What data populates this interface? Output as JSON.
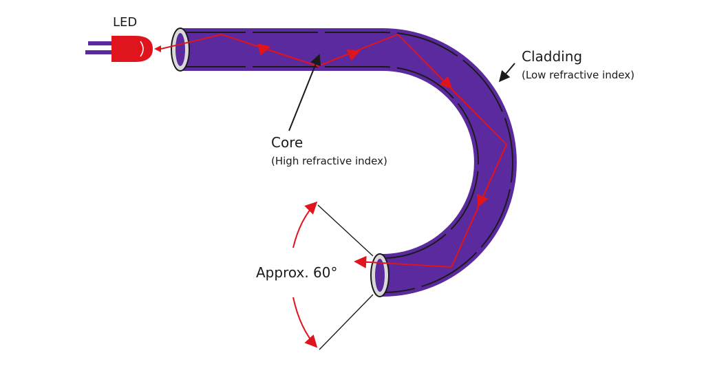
{
  "labels": {
    "led": "LED",
    "cladding": "Cladding",
    "cladding_note": "(Low refractive index)",
    "core": "Core",
    "core_note": "(High refractive index)",
    "angle": "Approx. 60°"
  },
  "colors": {
    "fiber": "#5b2a9e",
    "core_line": "#1a1a1a",
    "light_ray": "#e0141c",
    "led_body": "#e0141c",
    "end_face": "#d9d9d9",
    "text": "#1a1a1a"
  }
}
